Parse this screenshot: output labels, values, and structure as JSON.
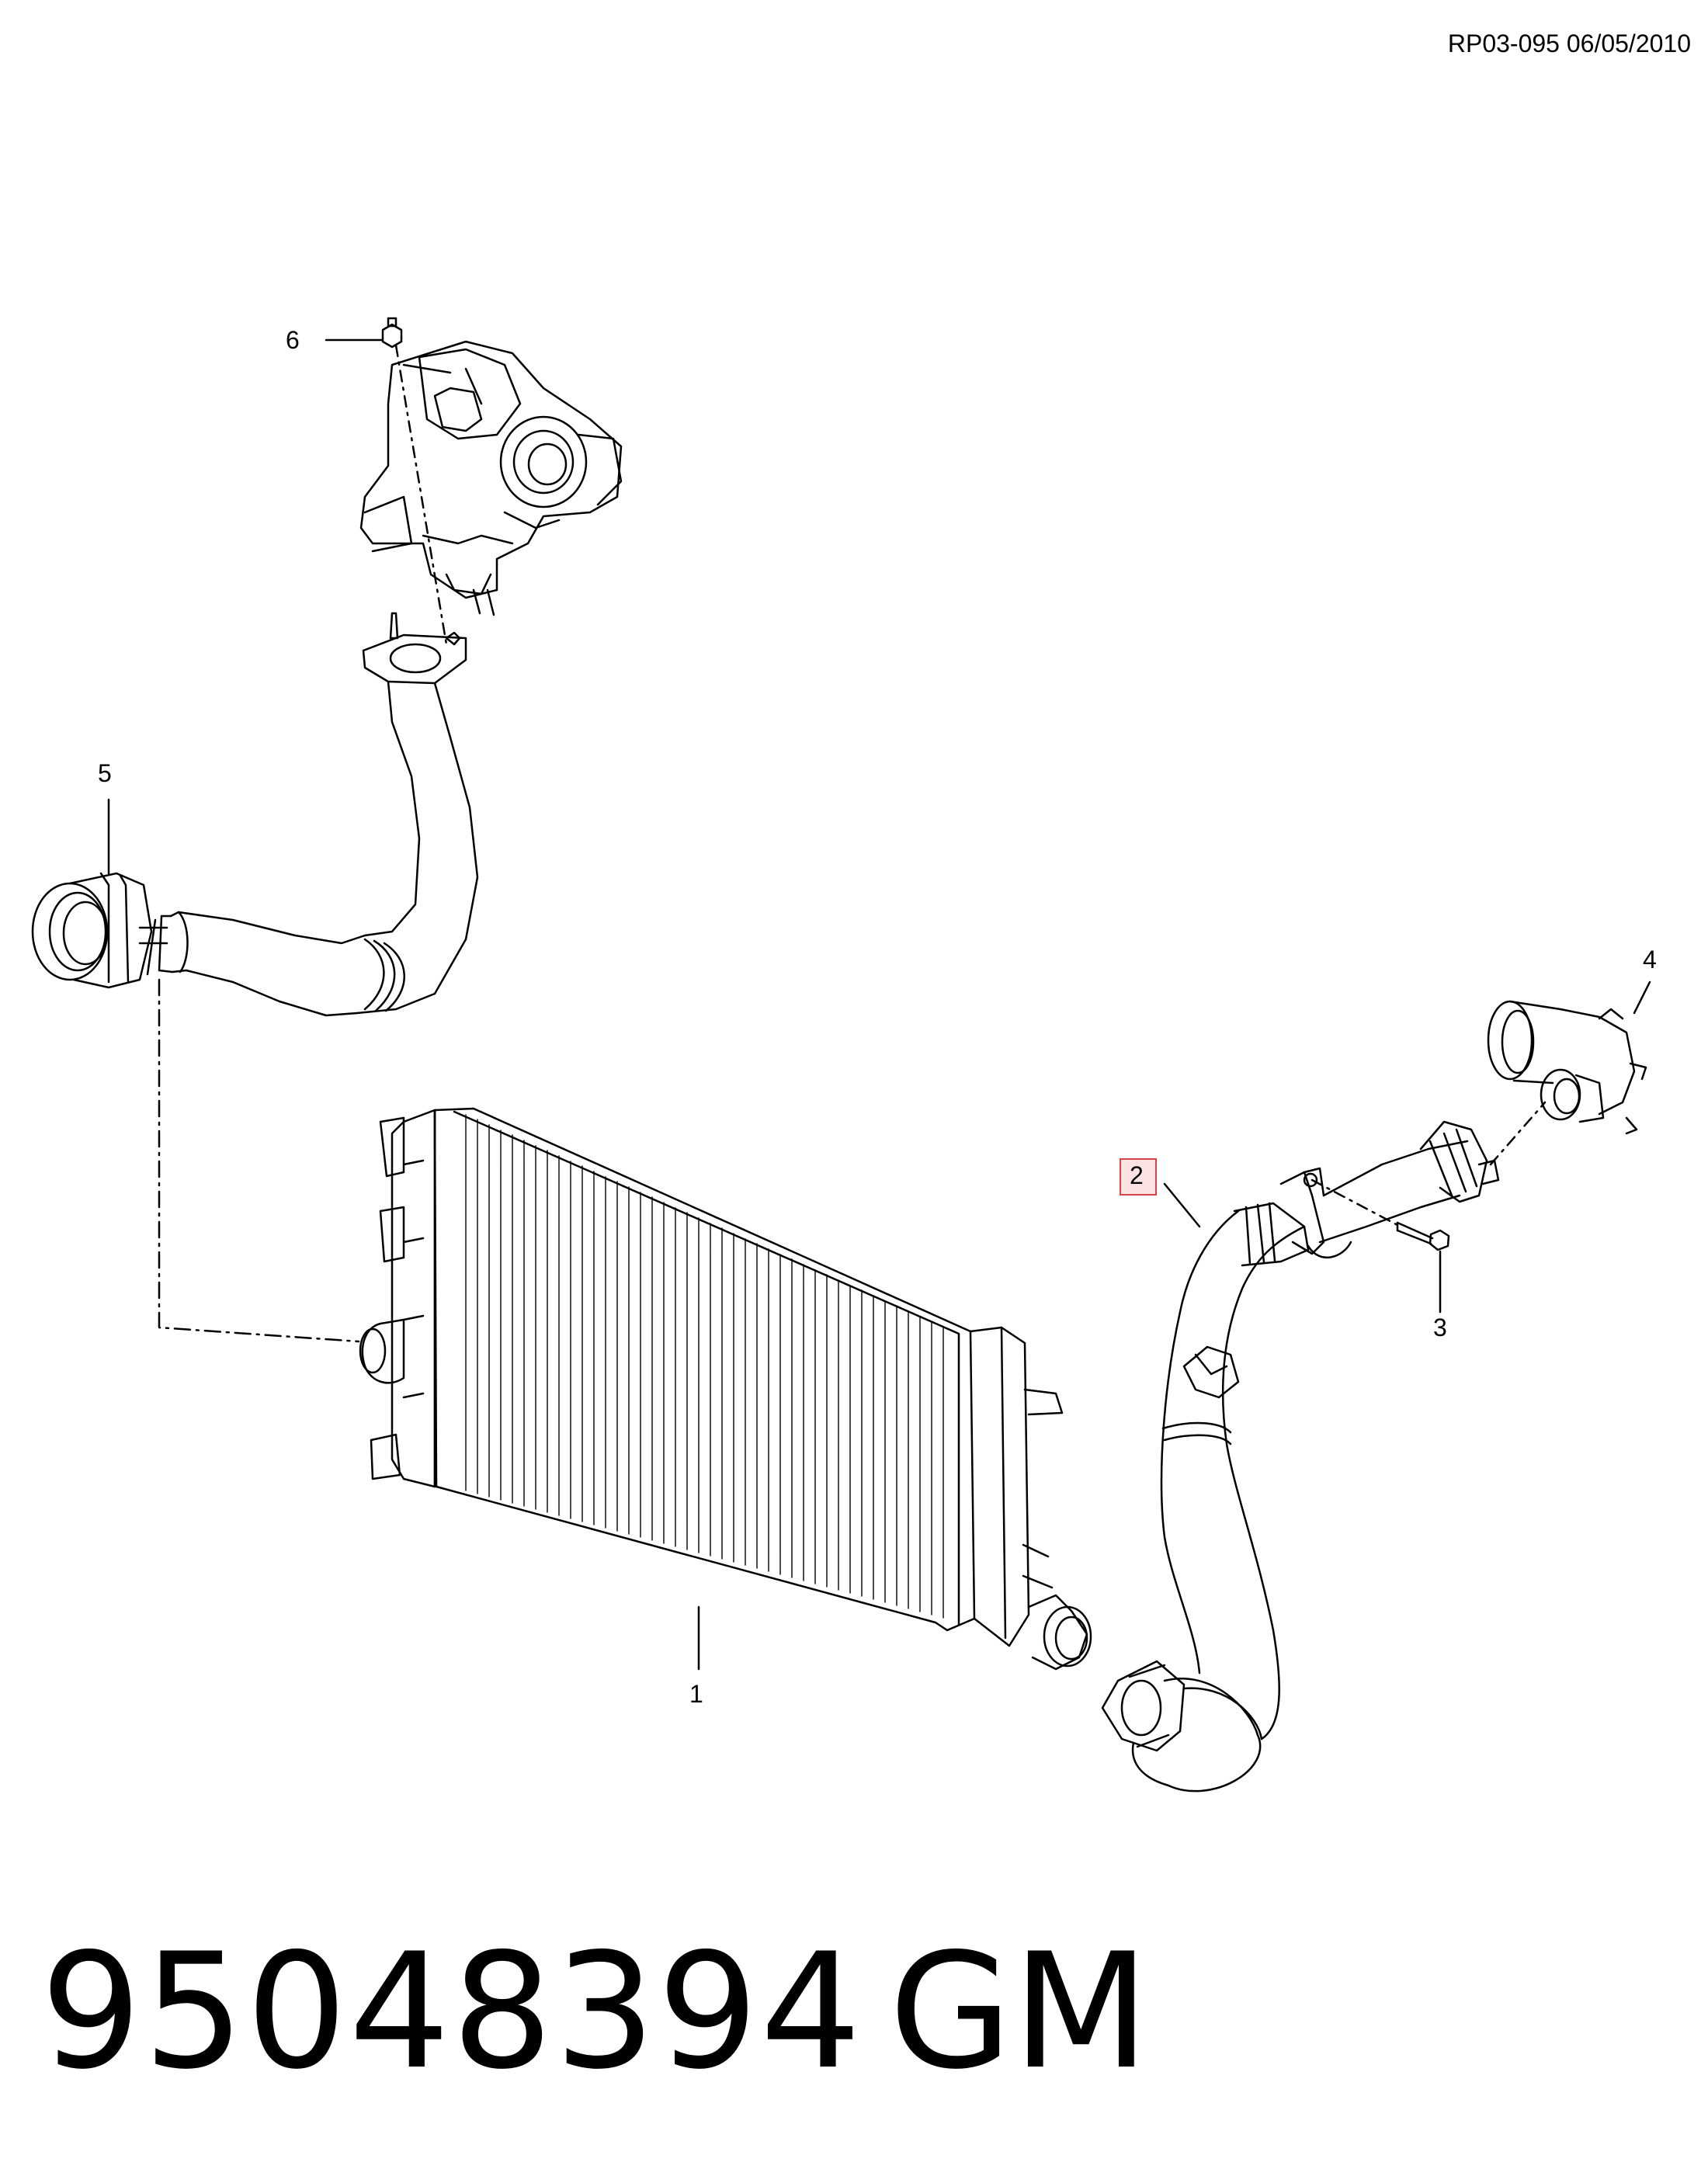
{
  "header": {
    "doc_ref": "RP03-095 06/05/2010"
  },
  "callouts": [
    {
      "id": "1",
      "label": "1"
    },
    {
      "id": "2",
      "label": "2",
      "highlighted": true
    },
    {
      "id": "3",
      "label": "3"
    },
    {
      "id": "4",
      "label": "4"
    },
    {
      "id": "5",
      "label": "5"
    },
    {
      "id": "6",
      "label": "6"
    }
  ],
  "footer": {
    "part_number": "95048394",
    "brand": "GM"
  },
  "colors": {
    "line": "#000000",
    "highlight_border": "#d8444a",
    "highlight_fill": "#fbe3e4",
    "background": "#ffffff"
  }
}
